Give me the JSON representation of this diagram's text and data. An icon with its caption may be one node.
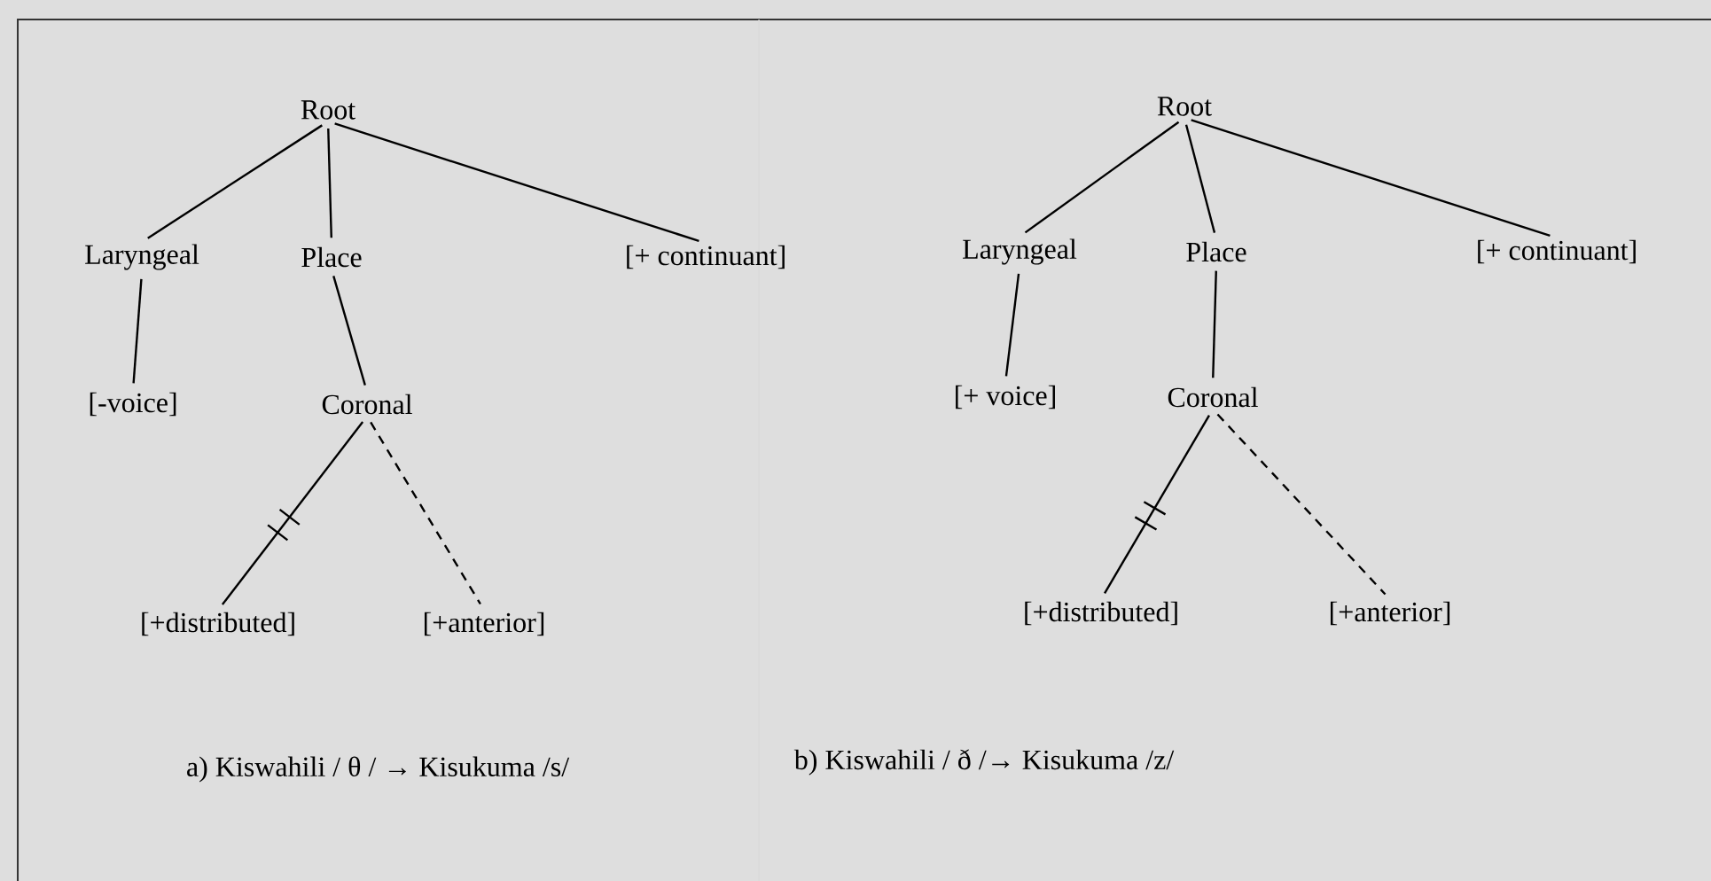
{
  "diagram": {
    "nodes": [
      {
        "text": [
          "Root"
        ]
      },
      {
        "text": [
          "Laryngeal"
        ]
      },
      {
        "text": [
          "Place"
        ]
      },
      {
        "text": [
          "[+ continuant]"
        ]
      },
      {
        "text": [
          "[-voice]"
        ]
      },
      {
        "text": [
          "Coronal"
        ]
      },
      {
        "text": [
          "[+distributed]"
        ]
      },
      {
        "text": [
          "[+anterior]"
        ]
      },
      {
        "text": [
          "Root"
        ]
      },
      {
        "text": [
          "Laryngeal"
        ]
      },
      {
        "text": [
          "Place"
        ]
      },
      {
        "text": [
          "[+ continuant]"
        ]
      },
      {
        "text": [
          "[+ voice]"
        ]
      },
      {
        "text": [
          "Coronal"
        ]
      },
      {
        "text": [
          "[+distributed]"
        ]
      },
      {
        "text": [
          "[+anterior]"
        ]
      }
    ],
    "edges": [
      {
        "from": 0,
        "to": 1,
        "arrow": "none"
      },
      {
        "from": 0,
        "to": 2,
        "arrow": "none"
      },
      {
        "from": 0,
        "to": 3,
        "arrow": "none"
      },
      {
        "from": 1,
        "to": 4,
        "arrow": "none"
      },
      {
        "from": 2,
        "to": 5,
        "arrow": "none"
      },
      {
        "from": 5,
        "to": 6,
        "arrow": "none"
      },
      {
        "from": 5,
        "to": 7,
        "arrow": "none",
        "style": "dashed"
      },
      {
        "from": 8,
        "to": 9,
        "arrow": "none"
      },
      {
        "from": 8,
        "to": 10,
        "arrow": "none"
      },
      {
        "from": 8,
        "to": 11,
        "arrow": "none"
      },
      {
        "from": 9,
        "to": 12,
        "arrow": "none"
      },
      {
        "from": 10,
        "to": 13,
        "arrow": "none"
      },
      {
        "from": 13,
        "to": 14,
        "arrow": "none"
      },
      {
        "from": 13,
        "to": 15,
        "arrow": "none",
        "style": "dashed"
      }
    ],
    "labels": [
      "a) Kiswahili / θ / → Kisukuma /s/",
      "b) Kiswahili / ð /→ Kisukuma /z/"
    ]
  }
}
